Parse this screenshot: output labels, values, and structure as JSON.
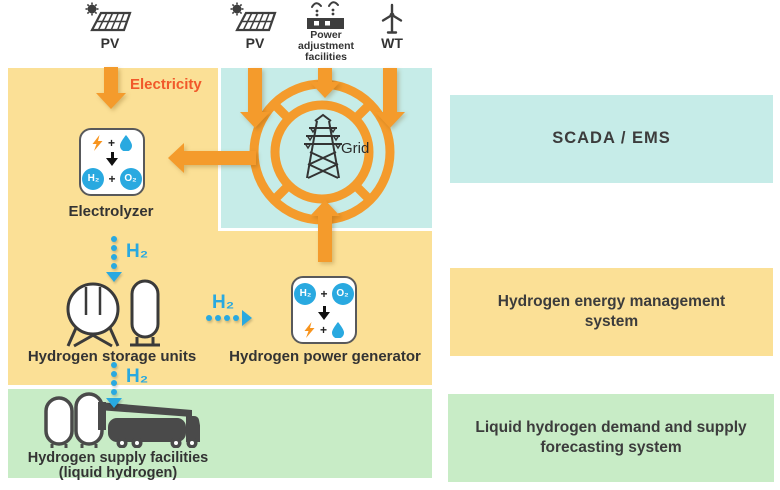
{
  "palette": {
    "yellow": "#FBE096",
    "teal": "#C6ECE8",
    "green": "#C8ECC6",
    "orange": "#F49B2C",
    "electricity": "#F1592A",
    "blue": "#29A9E0",
    "dark": "#333333",
    "icondark": "#3E3E3E",
    "boxborder": "#58595B",
    "truckgray": "#4A4A4A"
  },
  "sources": {
    "pv1": {
      "label": "PV"
    },
    "pv2": {
      "label": "PV"
    },
    "paf": {
      "line1": "Power",
      "line2": "adjustment",
      "line3": "facilities"
    },
    "wt": {
      "label": "WT"
    }
  },
  "flows": {
    "electricity": "Electricity",
    "h2": "H₂"
  },
  "grid": {
    "label": "Grid"
  },
  "chemistry": {
    "h2": "H₂",
    "o2": "O₂",
    "plus": "+"
  },
  "nodes": {
    "electrolyzer": {
      "label": "Electrolyzer"
    },
    "storage": {
      "label": "Hydrogen storage units"
    },
    "generator": {
      "label": "Hydrogen power generator"
    },
    "supply": {
      "line1": "Hydrogen supply facilities",
      "line2": "(liquid hydrogen)"
    }
  },
  "systems": {
    "scada": {
      "label": "SCADA / EMS"
    },
    "hems": {
      "label": "Hydrogen energy management system"
    },
    "forecast": {
      "label": "Liquid hydrogen demand and supply forecasting system"
    }
  }
}
